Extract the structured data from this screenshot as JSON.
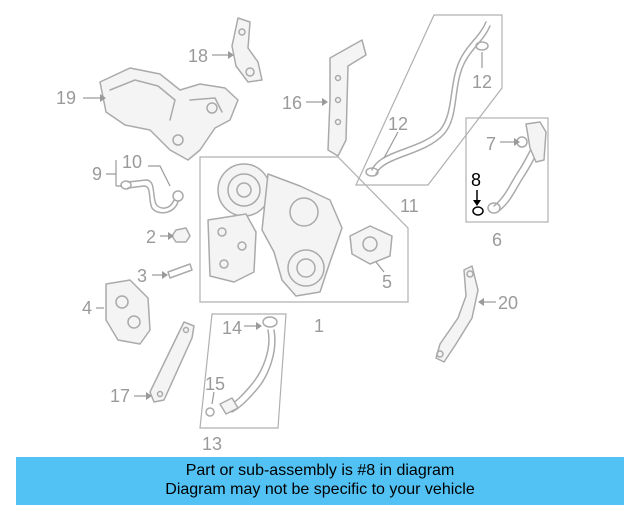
{
  "callouts": {
    "c1": "1",
    "c2": "2",
    "c3": "3",
    "c4": "4",
    "c5": "5",
    "c6": "6",
    "c7": "7",
    "c8": "8",
    "c9": "9",
    "c10": "10",
    "c11": "11",
    "c12a": "12",
    "c12b": "12",
    "c13": "13",
    "c14": "14",
    "c15": "15",
    "c16": "16",
    "c17": "17",
    "c18": "18",
    "c19": "19",
    "c20": "20"
  },
  "highlighted_part": "8",
  "banner": {
    "line1": "Part or sub-assembly is #8 in diagram",
    "line2": "Diagram may not be specific to your vehicle",
    "background": "#52c2f5"
  }
}
